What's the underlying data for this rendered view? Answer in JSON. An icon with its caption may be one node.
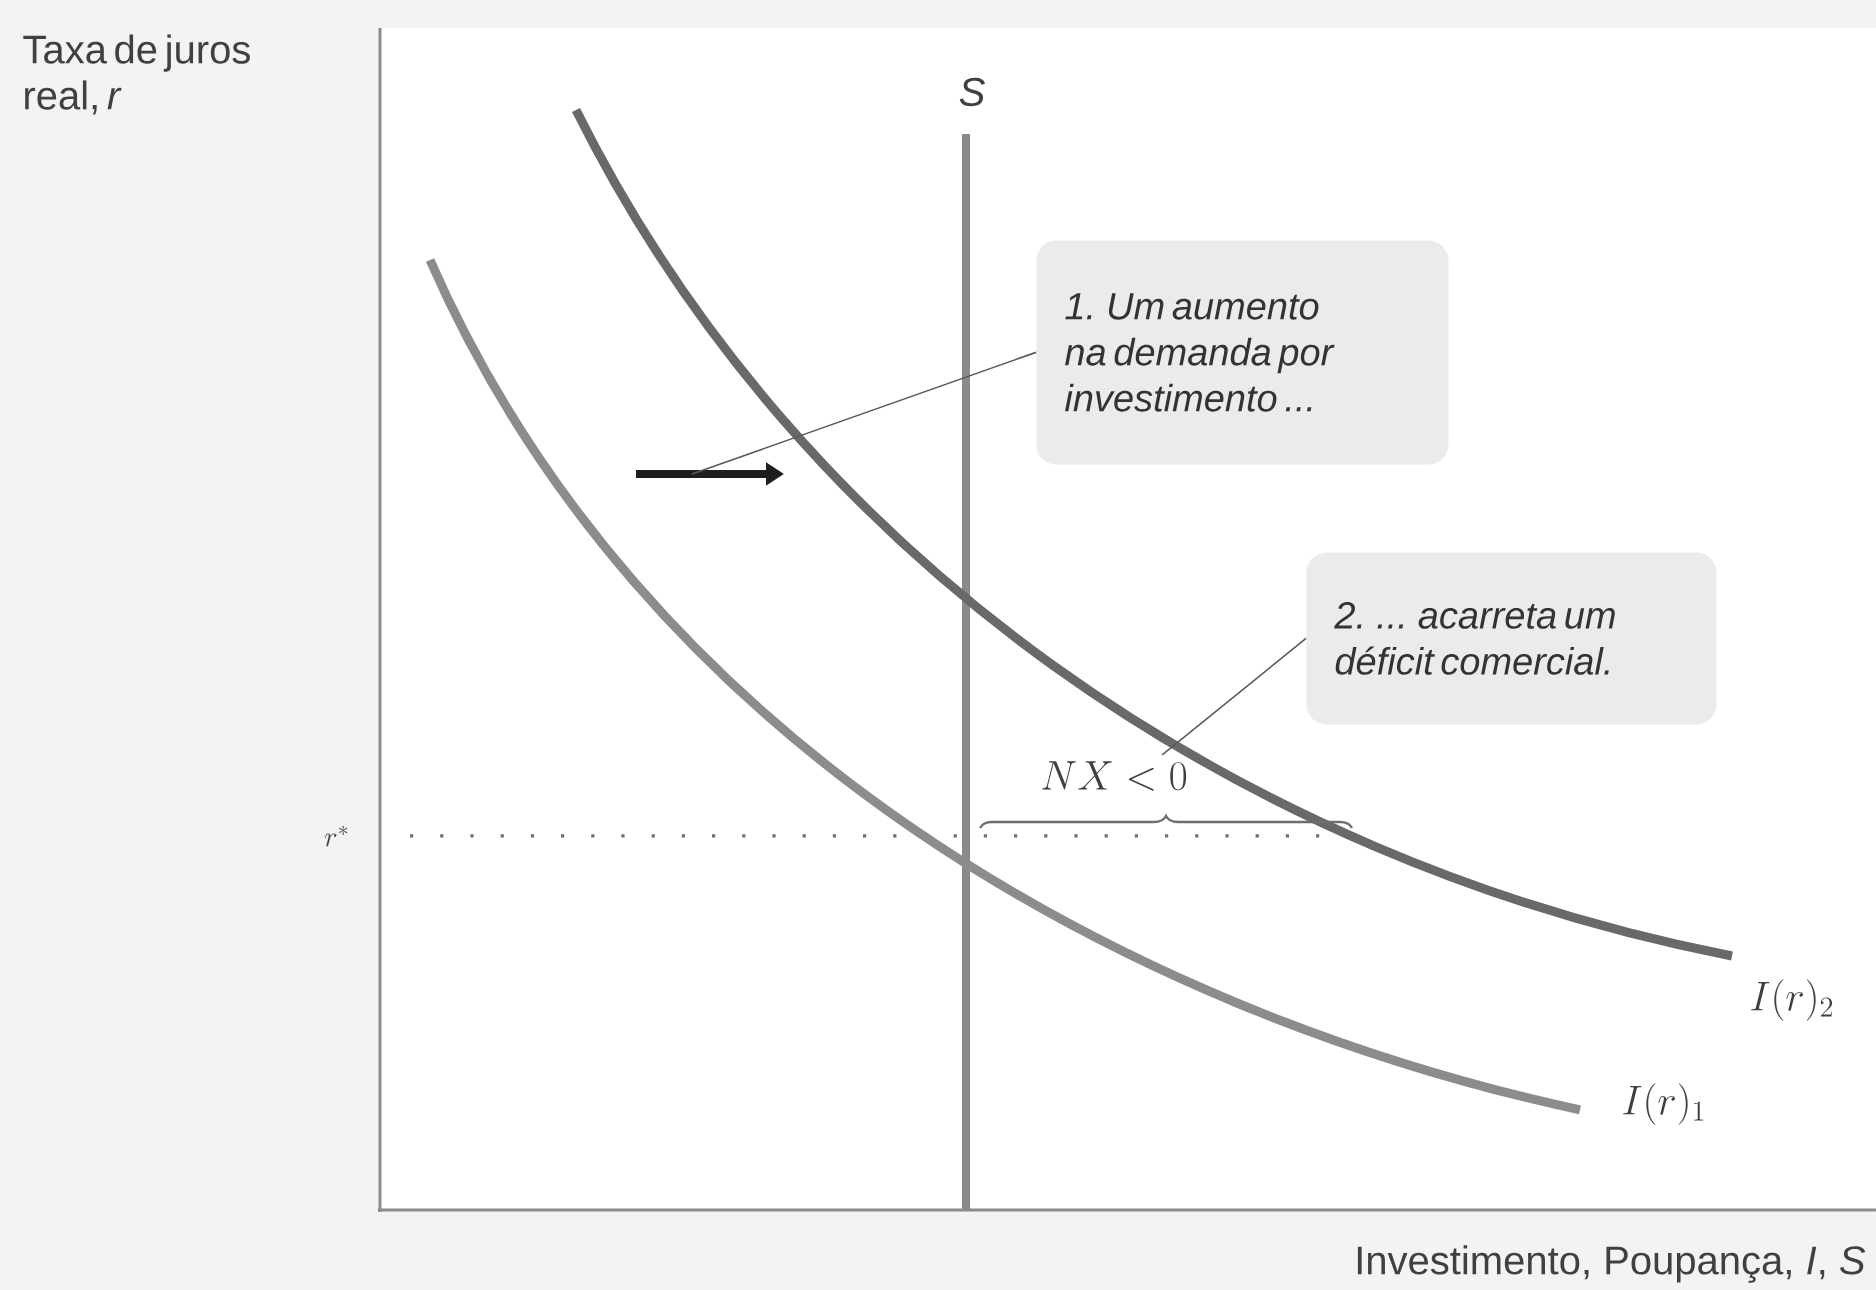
{
  "diagram": {
    "nodes": [
      {
        "text": [
          "1. Um aumento na demanda por investimento ..."
        ]
      },
      {
        "text": [
          "2. ... acarreta um déficit comercial."
        ]
      },
      {
        "text": [
          "NX < 0"
        ]
      }
    ],
    "edges": [
      {
        "from": 0,
        "to": null,
        "arrow": "none"
      },
      {
        "from": 1,
        "to": 2,
        "arrow": "none"
      }
    ],
    "labels": [
      "Taxa de juros real, *r*",
      "S",
      "r^{*}",
      "I(r)_{2}",
      "I(r)_{1}",
      "Investimento, Poupança, *I*, *S*"
    ]
  }
}
